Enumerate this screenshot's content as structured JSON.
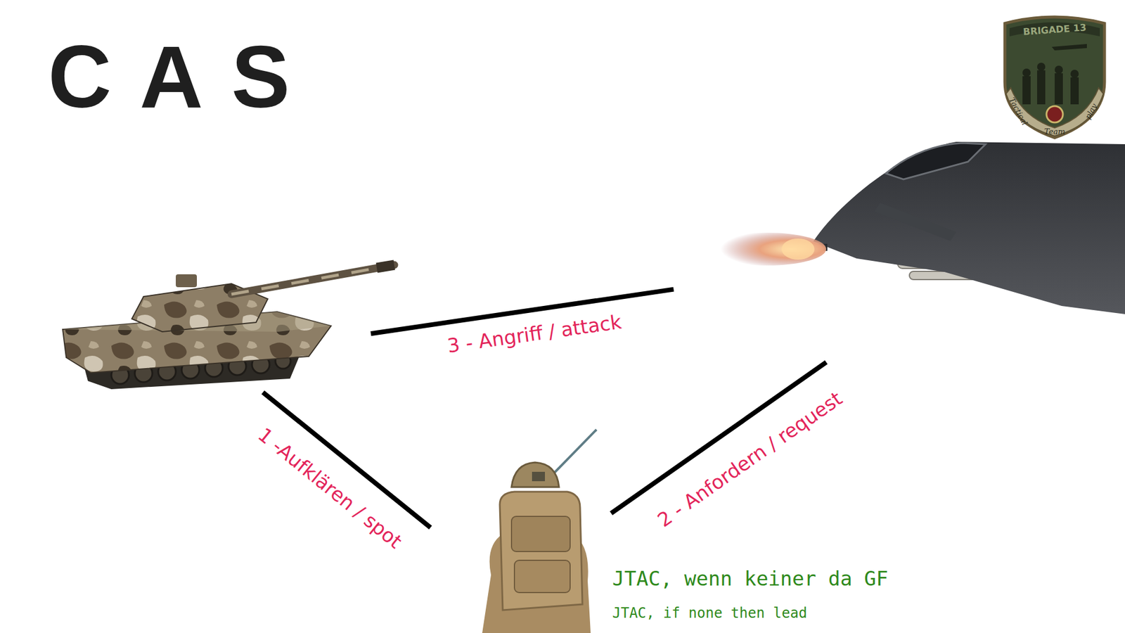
{
  "diagram": {
    "title": "CAS",
    "nodes": [
      {
        "text": []
      },
      {
        "text": []
      },
      {
        "text": [
          "JTAC, wenn keiner da GF",
          "JTAC, if none then lead"
        ]
      }
    ],
    "edges": [
      {
        "from": 0,
        "to": 2,
        "arrow": "none",
        "label": "1 -Aufklären / spot"
      },
      {
        "from": 2,
        "to": 1,
        "arrow": "none",
        "label": "2 - Anfordern / request"
      },
      {
        "from": 0,
        "to": 1,
        "arrow": "none",
        "label": "3 - Angriff / attack"
      }
    ],
    "labels": [
      "BRIGADE 13",
      "Tactical",
      "Team",
      "play"
    ]
  }
}
